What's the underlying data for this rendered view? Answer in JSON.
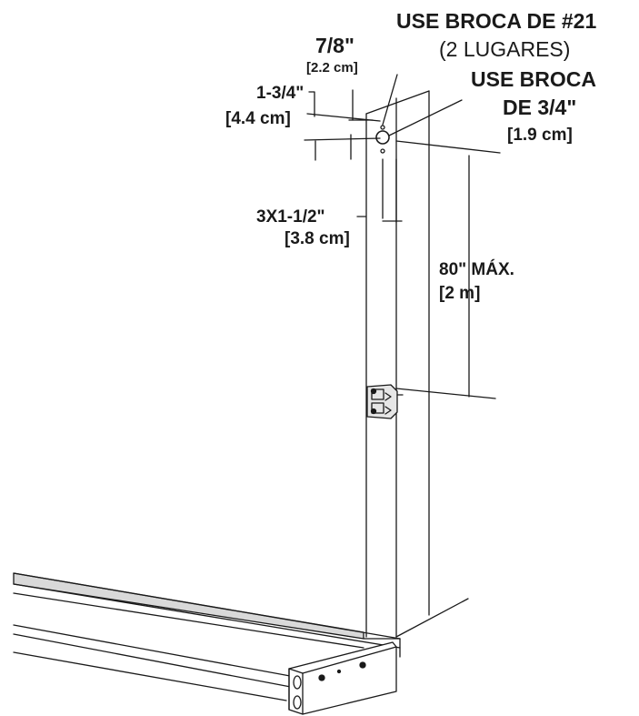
{
  "labels": {
    "drill_21_line1": "USE BROCA DE #21",
    "drill_21_line2": "(2 LUGARES)",
    "drill_34_line1": "USE BROCA",
    "drill_34_line2": "DE 3/4\"",
    "drill_34_metric": "[1.9 cm]",
    "spacing_78": "7/8\"",
    "spacing_78_metric": "[2.2 cm]",
    "offset_134": "1-3/4\"",
    "offset_134_metric": "[4.4 cm]",
    "setback": "3X1-1/2\"",
    "setback_metric": "[3.8 cm]",
    "height_max": "80\" MÁX.",
    "height_max_metric": "[2 m]"
  },
  "colors": {
    "line": "#1a1a1a",
    "shade": "#d9d9d9",
    "background": "#ffffff"
  }
}
